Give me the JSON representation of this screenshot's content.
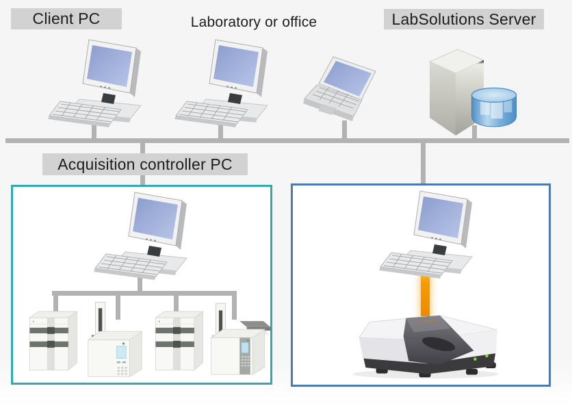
{
  "diagram_title": "LabSolutions client/server network diagram",
  "labels": {
    "client_pc": "Client PC",
    "laboratory": "Laboratory or office",
    "server": "LabSolutions Server",
    "acquisition": "Acquisition controller PC"
  },
  "colors": {
    "label_background": "#d2d2d2",
    "label_text": "#1c1c1c",
    "network_line": "#b2b2b2",
    "acquisition_box_border": "#2fa9b2",
    "spectroscopy_box_border": "#4a7ab0",
    "instrument_link_orange": "#f59b00",
    "monitor_screen_blue": "#8fa0d0",
    "database_blue": "#5b9bd5"
  },
  "icons": {
    "desktop_pc": "desktop-pc-icon",
    "laptop": "laptop-icon",
    "server_tower": "server-tower-icon",
    "database": "database-cylinder-icon",
    "hplc": "hplc-system-icon",
    "gc": "gc-system-icon",
    "gc_with_panel": "gc-system-panel-icon",
    "ftir": "ftir-spectrometer-icon"
  },
  "nodes": {
    "top_row": [
      "desktop-pc",
      "desktop-pc",
      "laptop",
      "server-tower-with-database"
    ],
    "acquisition_zone": {
      "controller": "desktop-pc",
      "instruments": [
        "hplc-system",
        "gc-system",
        "hplc-system",
        "gc-system-with-panel"
      ]
    },
    "spectroscopy_zone": {
      "controller": "desktop-pc",
      "instrument": "ftir-spectrometer"
    }
  }
}
